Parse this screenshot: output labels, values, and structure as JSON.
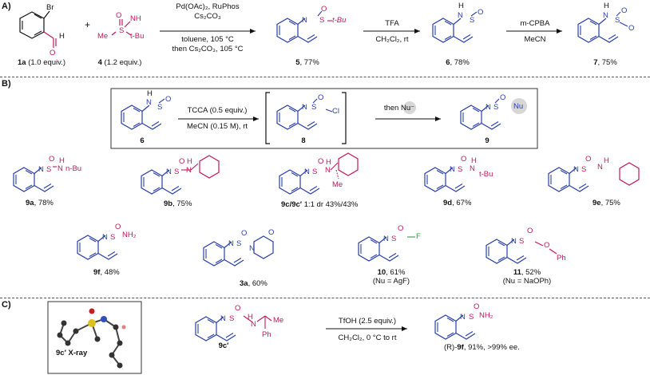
{
  "colors": {
    "blue": "#2a3fa8",
    "red": "#c2185b",
    "green": "#2ea043",
    "ink": "#111111",
    "nu_bubble": "#d7d7d7"
  },
  "sections": {
    "a": "A)",
    "b": "B)",
    "c": "C)"
  },
  "scheme_a": {
    "sm1_atom": "Br",
    "sm1_h": "H",
    "sm1_o": "O",
    "sm1_label": "1a",
    "sm1_equiv": " (1.0 equiv.)",
    "plus": "+",
    "sm4_o": "O",
    "sm4_nh": "NH",
    "sm4_s": "S",
    "sm4_me": "Me",
    "sm4_tbu": "t-Bu",
    "sm4_label": "4",
    "sm4_equiv": " (1.2 equiv.)",
    "cond1_l1": "Pd(OAc)₂, RuPhos",
    "cond1_l2": "Cs₂CO₃",
    "cond1_l3": "toluene, 105 °C",
    "cond1_l4": "then Cs₂CO₃, 105 °C",
    "p5_n": "N",
    "p5_s": "S",
    "p5_o": "O",
    "p5_sub": "t-Bu",
    "p5_label": "5",
    "p5_yield": ", 77%",
    "cond2_l1": "TFA",
    "cond2_l2": "CH₂Cl₂, rt",
    "p6_h": "H",
    "p6_n": "N",
    "p6_s": "S",
    "p6_o": "O",
    "p6_label": "6",
    "p6_yield": ", 78%",
    "cond3_l1": "m-CPBA",
    "cond3_l2": "MeCN",
    "p7_h": "H",
    "p7_n": "N",
    "p7_s": "S",
    "p7_o1": "O",
    "p7_o2": "O",
    "p7_label": "7",
    "p7_yield": ", 75%"
  },
  "scheme_b": {
    "s6_h": "H",
    "s6_n": "N",
    "s6_s": "S",
    "s6_o": "O",
    "s6_label": "6",
    "cond_l1": "TCCA (0.5 equiv.)",
    "cond_l2": "MeCN (0.15 M), rt",
    "i8_n": "N",
    "i8_s": "S",
    "i8_o": "O",
    "i8_cl": "Cl",
    "i8_label": "8",
    "then_nu": "then Nu⁻",
    "p9_n": "N",
    "p9_s": "S",
    "p9_o": "O",
    "p9_nu": "Nu",
    "p9_label": "9",
    "products": [
      {
        "sub": "H",
        "sub2": "N",
        "sub3": "n-Bu",
        "label": "9a",
        "yield": ", 78%"
      },
      {
        "sub": "H",
        "sub2": "N",
        "label": "9b",
        "yield": ", 75%"
      },
      {
        "sub": "H",
        "sub2": "N",
        "sub3": "Me",
        "label": "9c/9c′",
        "yield": " 1:1 dr 43%/43%"
      },
      {
        "sub": "H",
        "sub2": "N",
        "sub3": "t-Bu",
        "label": "9d",
        "yield": ", 67%"
      },
      {
        "sub": "H",
        "sub2": "N",
        "label": "9e",
        "yield": ", 75%"
      },
      {
        "sub": "NH₂",
        "label": "9f",
        "yield": ", 48%"
      },
      {
        "sub": "N",
        "sub2": "O",
        "label": "3a",
        "yield": ", 60%"
      },
      {
        "sub": "F",
        "label": "10",
        "yield": ", 61%",
        "note": "(Nu = AgF)"
      },
      {
        "sub": "O",
        "sub2": "Ph",
        "label": "11",
        "yield": ", 52%",
        "note": "(Nu = NaOPh)"
      }
    ],
    "ring_n": "N",
    "ring_s": "S",
    "ring_o": "O"
  },
  "scheme_c": {
    "xray_caption": "9c′ X-ray",
    "sm_n": "N",
    "sm_s": "S",
    "sm_o": "O",
    "sm_h": "H",
    "sm_nh": "N",
    "sm_me": "Me",
    "sm_ph": "Ph",
    "sm_label": "9c′",
    "cond_l1": "TfOH (2.5 equiv.)",
    "cond_l2": "CH₂Cl₂,  0 °C to rt",
    "p_n": "N",
    "p_s": "S",
    "p_o": "O",
    "p_nh2": "NH₂",
    "p_label_pre": "(R)-",
    "p_label": "9f",
    "p_yield": ", 91%, >99% ee."
  }
}
